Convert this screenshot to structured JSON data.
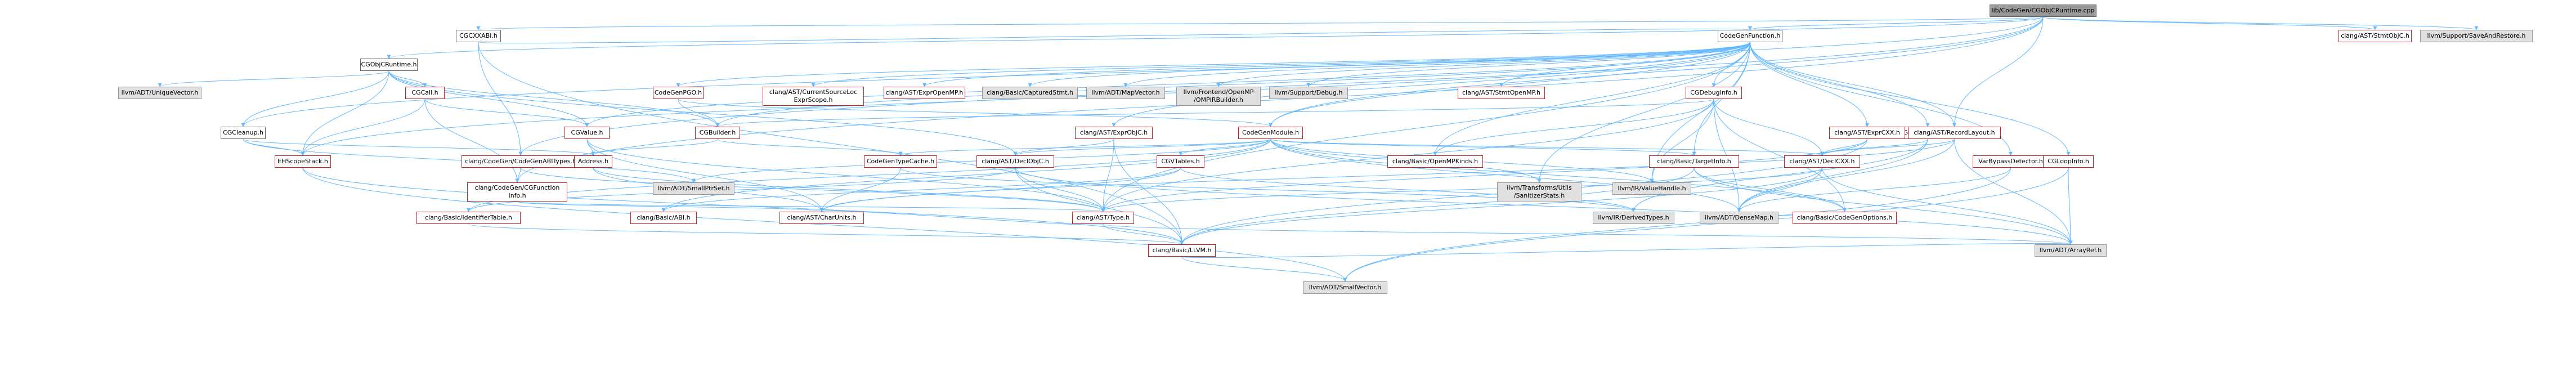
{
  "nodes": [
    {
      "id": "root",
      "label": "lib/CodeGen/CGObjCRuntime.cpp",
      "style": "root"
    },
    {
      "id": "cgcxxabi",
      "label": "CGCXXABI.h",
      "style": "link"
    },
    {
      "id": "cgobjcruntime",
      "label": "CGObjCRuntime.h",
      "style": "link"
    },
    {
      "id": "codegenfunction",
      "label": "CodeGenFunction.h",
      "style": "link"
    },
    {
      "id": "stmtobjc",
      "label": "clang/AST/StmtObjC.h",
      "style": "red"
    },
    {
      "id": "saverestore",
      "label": "llvm/Support/SaveAndRestore.h",
      "style": "plain"
    },
    {
      "id": "uniquevector",
      "label": "llvm/ADT/UniqueVector.h",
      "style": "plain"
    },
    {
      "id": "cgcall",
      "label": "CGCall.h",
      "style": "red"
    },
    {
      "id": "cgvalue",
      "label": "CGValue.h",
      "style": "red"
    },
    {
      "id": "cgcleanup",
      "label": "CGCleanup.h",
      "style": "link"
    },
    {
      "id": "cgabitypes",
      "label": "clang/CodeGen/CodeGenABITypes.h",
      "style": "red"
    },
    {
      "id": "cgfuncinfo",
      "label": "clang/CodeGen/CGFunction\nInfo.h",
      "style": "red"
    },
    {
      "id": "ehscopestack",
      "label": "EHScopeStack.h",
      "style": "red"
    },
    {
      "id": "address",
      "label": "Address.h",
      "style": "red"
    },
    {
      "id": "codegenpgo",
      "label": "CodeGenPGO.h",
      "style": "red"
    },
    {
      "id": "cgbuilder",
      "label": "CGBuilder.h",
      "style": "red"
    },
    {
      "id": "cursrcloc",
      "label": "clang/AST/CurrentSourceLoc\nExprScope.h",
      "style": "red"
    },
    {
      "id": "exprompt",
      "label": "clang/AST/ExprOpenMP.h",
      "style": "red"
    },
    {
      "id": "capturedstmt",
      "label": "clang/Basic/CapturedStmt.h",
      "style": "plain"
    },
    {
      "id": "mapvector",
      "label": "llvm/ADT/MapVector.h",
      "style": "plain"
    },
    {
      "id": "ompirbuilder",
      "label": "llvm/Frontend/OpenMP\n/OMPIRBuilder.h",
      "style": "plain"
    },
    {
      "id": "debug",
      "label": "llvm/Support/Debug.h",
      "style": "plain"
    },
    {
      "id": "stmtompt",
      "label": "clang/AST/StmtOpenMP.h",
      "style": "red"
    },
    {
      "id": "cgdebuginfo",
      "label": "CGDebugInfo.h",
      "style": "red"
    },
    {
      "id": "cglooper",
      "label": "CGRecordLayout.h",
      "style": "link"
    },
    {
      "id": "exprcxx",
      "label": "clang/AST/ExprCXX.h",
      "style": "red"
    },
    {
      "id": "recordlayout",
      "label": "clang/AST/RecordLayout.h",
      "style": "red"
    },
    {
      "id": "varbypass",
      "label": "VarBypassDetector.h",
      "style": "red"
    },
    {
      "id": "cgloopinfo",
      "label": "CGLoopInfo.h",
      "style": "red"
    },
    {
      "id": "exprobjc",
      "label": "clang/AST/ExprObjC.h",
      "style": "red"
    },
    {
      "id": "codegenmodule",
      "label": "CodeGenModule.h",
      "style": "red"
    },
    {
      "id": "openmpkinds",
      "label": "clang/Basic/OpenMPKinds.h",
      "style": "red"
    },
    {
      "id": "smallptrset",
      "label": "llvm/ADT/SmallPtrSet.h",
      "style": "plain"
    },
    {
      "id": "cgtypecache",
      "label": "CodeGenTypeCache.h",
      "style": "red"
    },
    {
      "id": "declobjc",
      "label": "clang/AST/DeclObjC.h",
      "style": "red"
    },
    {
      "id": "cgvtables",
      "label": "CGVTables.h",
      "style": "red"
    },
    {
      "id": "sanitizerstats",
      "label": "llvm/Transforms/Utils\n/SanitizerStats.h",
      "style": "plain"
    },
    {
      "id": "valuehandle",
      "label": "llvm/IR/ValueHandle.h",
      "style": "plain"
    },
    {
      "id": "targetinfo",
      "label": "clang/Basic/TargetInfo.h",
      "style": "red"
    },
    {
      "id": "declcxx",
      "label": "clang/AST/DeclCXX.h",
      "style": "red"
    },
    {
      "id": "identifiertable",
      "label": "clang/Basic/IdentifierTable.h",
      "style": "red"
    },
    {
      "id": "basicabi",
      "label": "clang/Basic/ABI.h",
      "style": "red"
    },
    {
      "id": "charunits",
      "label": "clang/AST/CharUnits.h",
      "style": "red"
    },
    {
      "id": "asttype",
      "label": "clang/AST/Type.h",
      "style": "red"
    },
    {
      "id": "derivedtypes",
      "label": "llvm/IR/DerivedTypes.h",
      "style": "plain"
    },
    {
      "id": "densemap",
      "label": "llvm/ADT/DenseMap.h",
      "style": "plain"
    },
    {
      "id": "codegenoptions",
      "label": "clang/Basic/CodeGenOptions.h",
      "style": "red"
    },
    {
      "id": "basicllvm",
      "label": "clang/Basic/LLVM.h",
      "style": "red"
    },
    {
      "id": "arrayref",
      "label": "llvm/ADT/ArrayRef.h",
      "style": "plain"
    },
    {
      "id": "smallvector",
      "label": "llvm/ADT/SmallVector.h",
      "style": "plain"
    }
  ],
  "edges": [
    [
      "root",
      "cgcxxabi"
    ],
    [
      "root",
      "cgobjcruntime"
    ],
    [
      "root",
      "codegenfunction"
    ],
    [
      "root",
      "stmtobjc"
    ],
    [
      "root",
      "saverestore"
    ],
    [
      "root",
      "cgabitypes"
    ],
    [
      "root",
      "cgcleanup"
    ],
    [
      "root",
      "cgfuncinfo"
    ],
    [
      "root",
      "codegenmodule"
    ],
    [
      "root",
      "recordlayout"
    ],
    [
      "cgcxxabi",
      "codegenfunction"
    ],
    [
      "cgcxxabi",
      "cgabitypes"
    ],
    [
      "cgcxxabi",
      "basicllvm"
    ],
    [
      "cgobjcruntime",
      "uniquevector"
    ],
    [
      "cgobjcruntime",
      "cgcall"
    ],
    [
      "cgobjcruntime",
      "cgvalue"
    ],
    [
      "cgobjcruntime",
      "cgbuilder"
    ],
    [
      "cgobjcruntime",
      "declobjc"
    ],
    [
      "cgobjcruntime",
      "cgcleanup"
    ],
    [
      "cgobjcruntime",
      "ehscopestack"
    ],
    [
      "cgcall",
      "cgvalue"
    ],
    [
      "cgcall",
      "ehscopestack"
    ],
    [
      "cgcall",
      "cgfuncinfo"
    ],
    [
      "cgvalue",
      "address"
    ],
    [
      "cgvalue",
      "asttype"
    ],
    [
      "cgvalue",
      "charunits"
    ],
    [
      "cgcleanup",
      "ehscopestack"
    ],
    [
      "cgcleanup",
      "address"
    ],
    [
      "cgcleanup",
      "smallptrset"
    ],
    [
      "cgabitypes",
      "cgfuncinfo"
    ],
    [
      "cgabitypes",
      "asttype"
    ],
    [
      "cgfuncinfo",
      "charunits"
    ],
    [
      "cgfuncinfo",
      "asttype"
    ],
    [
      "ehscopestack",
      "smallvector"
    ],
    [
      "ehscopestack",
      "basicllvm"
    ],
    [
      "address",
      "charunits"
    ],
    [
      "address",
      "asttype"
    ],
    [
      "codegenfunction",
      "cgbuilder"
    ],
    [
      "codegenfunction",
      "codegenpgo"
    ],
    [
      "codegenfunction",
      "cursrcloc"
    ],
    [
      "codegenfunction",
      "exprompt"
    ],
    [
      "codegenfunction",
      "capturedstmt"
    ],
    [
      "codegenfunction",
      "mapvector"
    ],
    [
      "codegenfunction",
      "ompirbuilder"
    ],
    [
      "codegenfunction",
      "debug"
    ],
    [
      "codegenfunction",
      "stmtompt"
    ],
    [
      "codegenfunction",
      "cgdebuginfo"
    ],
    [
      "codegenfunction",
      "cglooper"
    ],
    [
      "codegenfunction",
      "exprcxx"
    ],
    [
      "codegenfunction",
      "recordlayout"
    ],
    [
      "codegenfunction",
      "varbypass"
    ],
    [
      "codegenfunction",
      "cgloopinfo"
    ],
    [
      "codegenfunction",
      "exprobjc"
    ],
    [
      "codegenfunction",
      "codegenmodule"
    ],
    [
      "codegenfunction",
      "cgvalue"
    ],
    [
      "codegenfunction",
      "ehscopestack"
    ],
    [
      "codegenfunction",
      "sanitizerstats"
    ],
    [
      "codegenfunction",
      "valuehandle"
    ],
    [
      "codegenfunction",
      "openmpkinds"
    ],
    [
      "codegenfunction",
      "targetinfo"
    ],
    [
      "codegenfunction",
      "asttype"
    ],
    [
      "codegenpgo",
      "cgbuilder"
    ],
    [
      "codegenpgo",
      "codegenmodule"
    ],
    [
      "cgbuilder",
      "address"
    ],
    [
      "cgbuilder",
      "cgtypecache"
    ],
    [
      "cgdebuginfo",
      "cgbuilder"
    ],
    [
      "cgdebuginfo",
      "declcxx"
    ],
    [
      "cgdebuginfo",
      "asttype"
    ],
    [
      "cgdebuginfo",
      "openmpkinds"
    ],
    [
      "cgdebuginfo",
      "codegenoptions"
    ],
    [
      "cgdebuginfo",
      "valuehandle"
    ],
    [
      "cgdebuginfo",
      "densemap"
    ],
    [
      "cglooper",
      "declcxx"
    ],
    [
      "cglooper",
      "derivedtypes"
    ],
    [
      "cglooper",
      "densemap"
    ],
    [
      "exprcxx",
      "declcxx"
    ],
    [
      "exprcxx",
      "asttype"
    ],
    [
      "exprcxx",
      "basicllvm"
    ],
    [
      "recordlayout",
      "declcxx"
    ],
    [
      "recordlayout",
      "charunits"
    ],
    [
      "recordlayout",
      "arrayref"
    ],
    [
      "recordlayout",
      "densemap"
    ],
    [
      "varbypass",
      "densemap"
    ],
    [
      "varbypass",
      "smallvector"
    ],
    [
      "cgloopinfo",
      "arrayref"
    ],
    [
      "cgloopinfo",
      "smallvector"
    ],
    [
      "exprobjc",
      "declobjc"
    ],
    [
      "exprobjc",
      "asttype"
    ],
    [
      "exprobjc",
      "basicllvm"
    ],
    [
      "codegenmodule",
      "cgtypecache"
    ],
    [
      "codegenmodule",
      "cgvtables"
    ],
    [
      "codegenmodule",
      "declobjc"
    ],
    [
      "codegenmodule",
      "sanitizerstats"
    ],
    [
      "codegenmodule",
      "valuehandle"
    ],
    [
      "codegenmodule",
      "targetinfo"
    ],
    [
      "codegenmodule",
      "declcxx"
    ],
    [
      "codegenmodule",
      "smallptrset"
    ],
    [
      "codegenmodule",
      "identifiertable"
    ],
    [
      "codegenmodule",
      "basicabi"
    ],
    [
      "codegenmodule",
      "densemap"
    ],
    [
      "codegenmodule",
      "codegenoptions"
    ],
    [
      "cgtypecache",
      "charunits"
    ],
    [
      "cgtypecache",
      "derivedtypes"
    ],
    [
      "declobjc",
      "asttype"
    ],
    [
      "declobjc",
      "basicllvm"
    ],
    [
      "declobjc",
      "identifiertable"
    ],
    [
      "declobjc",
      "arrayref"
    ],
    [
      "cgvtables",
      "basicabi"
    ],
    [
      "cgvtables",
      "charunits"
    ],
    [
      "cgvtables",
      "derivedtypes"
    ],
    [
      "targetinfo",
      "codegenoptions"
    ],
    [
      "targetinfo",
      "basicllvm"
    ],
    [
      "targetinfo",
      "arrayref"
    ],
    [
      "declcxx",
      "asttype"
    ],
    [
      "declcxx",
      "basicllvm"
    ],
    [
      "declcxx",
      "arrayref"
    ],
    [
      "declcxx",
      "densemap"
    ],
    [
      "identifiertable",
      "basicllvm"
    ],
    [
      "asttype",
      "basicllvm"
    ],
    [
      "asttype",
      "arrayref"
    ],
    [
      "asttype",
      "charunits"
    ],
    [
      "basicllvm",
      "smallvector"
    ],
    [
      "basicllvm",
      "arrayref"
    ]
  ]
}
